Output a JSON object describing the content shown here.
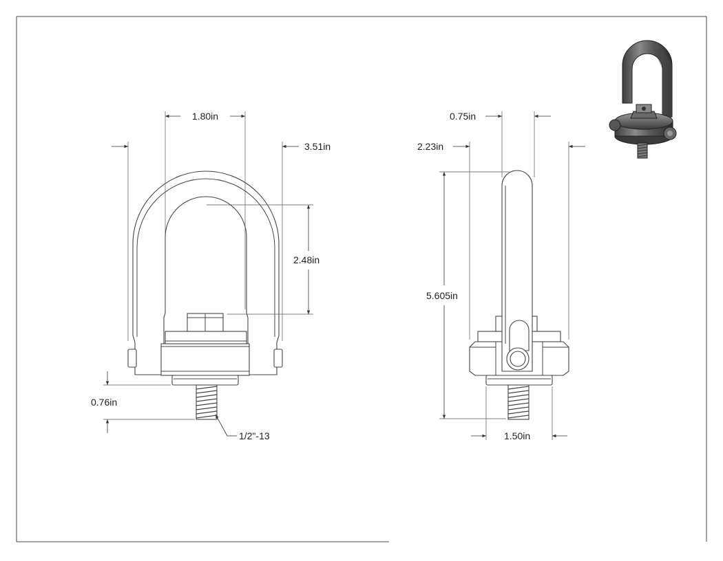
{
  "drawing": {
    "dimensions": {
      "front_inner_width": "1.80in",
      "front_overall_width": "3.51in",
      "front_inner_height": "2.48in",
      "front_thread_length": "0.76in",
      "thread_spec": "1/2\"-13",
      "side_bail_thickness": "0.75in",
      "side_body_width": "2.23in",
      "side_overall_height": "5.605in",
      "side_washer_width": "1.50in"
    }
  }
}
